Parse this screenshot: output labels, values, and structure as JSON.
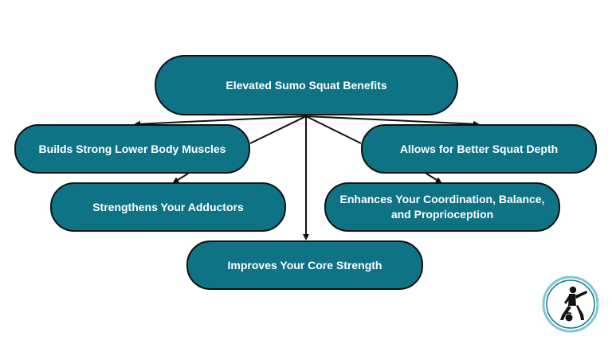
{
  "diagram": {
    "root": "Elevated Sumo Squat Benefits",
    "nodes": {
      "lower_body": "Builds Strong Lower Body Muscles",
      "squat_depth": "Allows for Better Squat Depth",
      "adductors": "Strengthens Your Adductors",
      "coordination": "Enhances Your Coordination, Balance, and Proprioception",
      "core": "Improves Your Core Strength"
    }
  },
  "colors": {
    "node_fill": "#0f7386",
    "node_border": "#111111",
    "node_text": "#ffffff",
    "connector": "#111111",
    "logo_ring": "#7fc6d6"
  },
  "icons": {
    "logo": "athlete-kettlebell-icon"
  }
}
